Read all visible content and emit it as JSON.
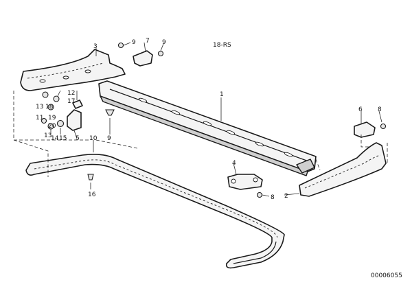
{
  "diagram": {
    "title_code": "18-RS",
    "drawing_number": "00006055",
    "callouts": {
      "c1": "1",
      "c2": "2",
      "c3": "3",
      "c4": "4",
      "c5": "5",
      "c6": "6",
      "c7": "7",
      "c8a": "8",
      "c8b": "8",
      "c9a": "9",
      "c9b": "9",
      "c9c": "9",
      "c10": "10",
      "c11": "11",
      "c12": "12",
      "c13a": "13",
      "c13b": "13",
      "c14": "14",
      "c15": "15",
      "c16": "16",
      "c17": "17",
      "c18": "18",
      "c19": "19",
      "c20": "20"
    }
  }
}
